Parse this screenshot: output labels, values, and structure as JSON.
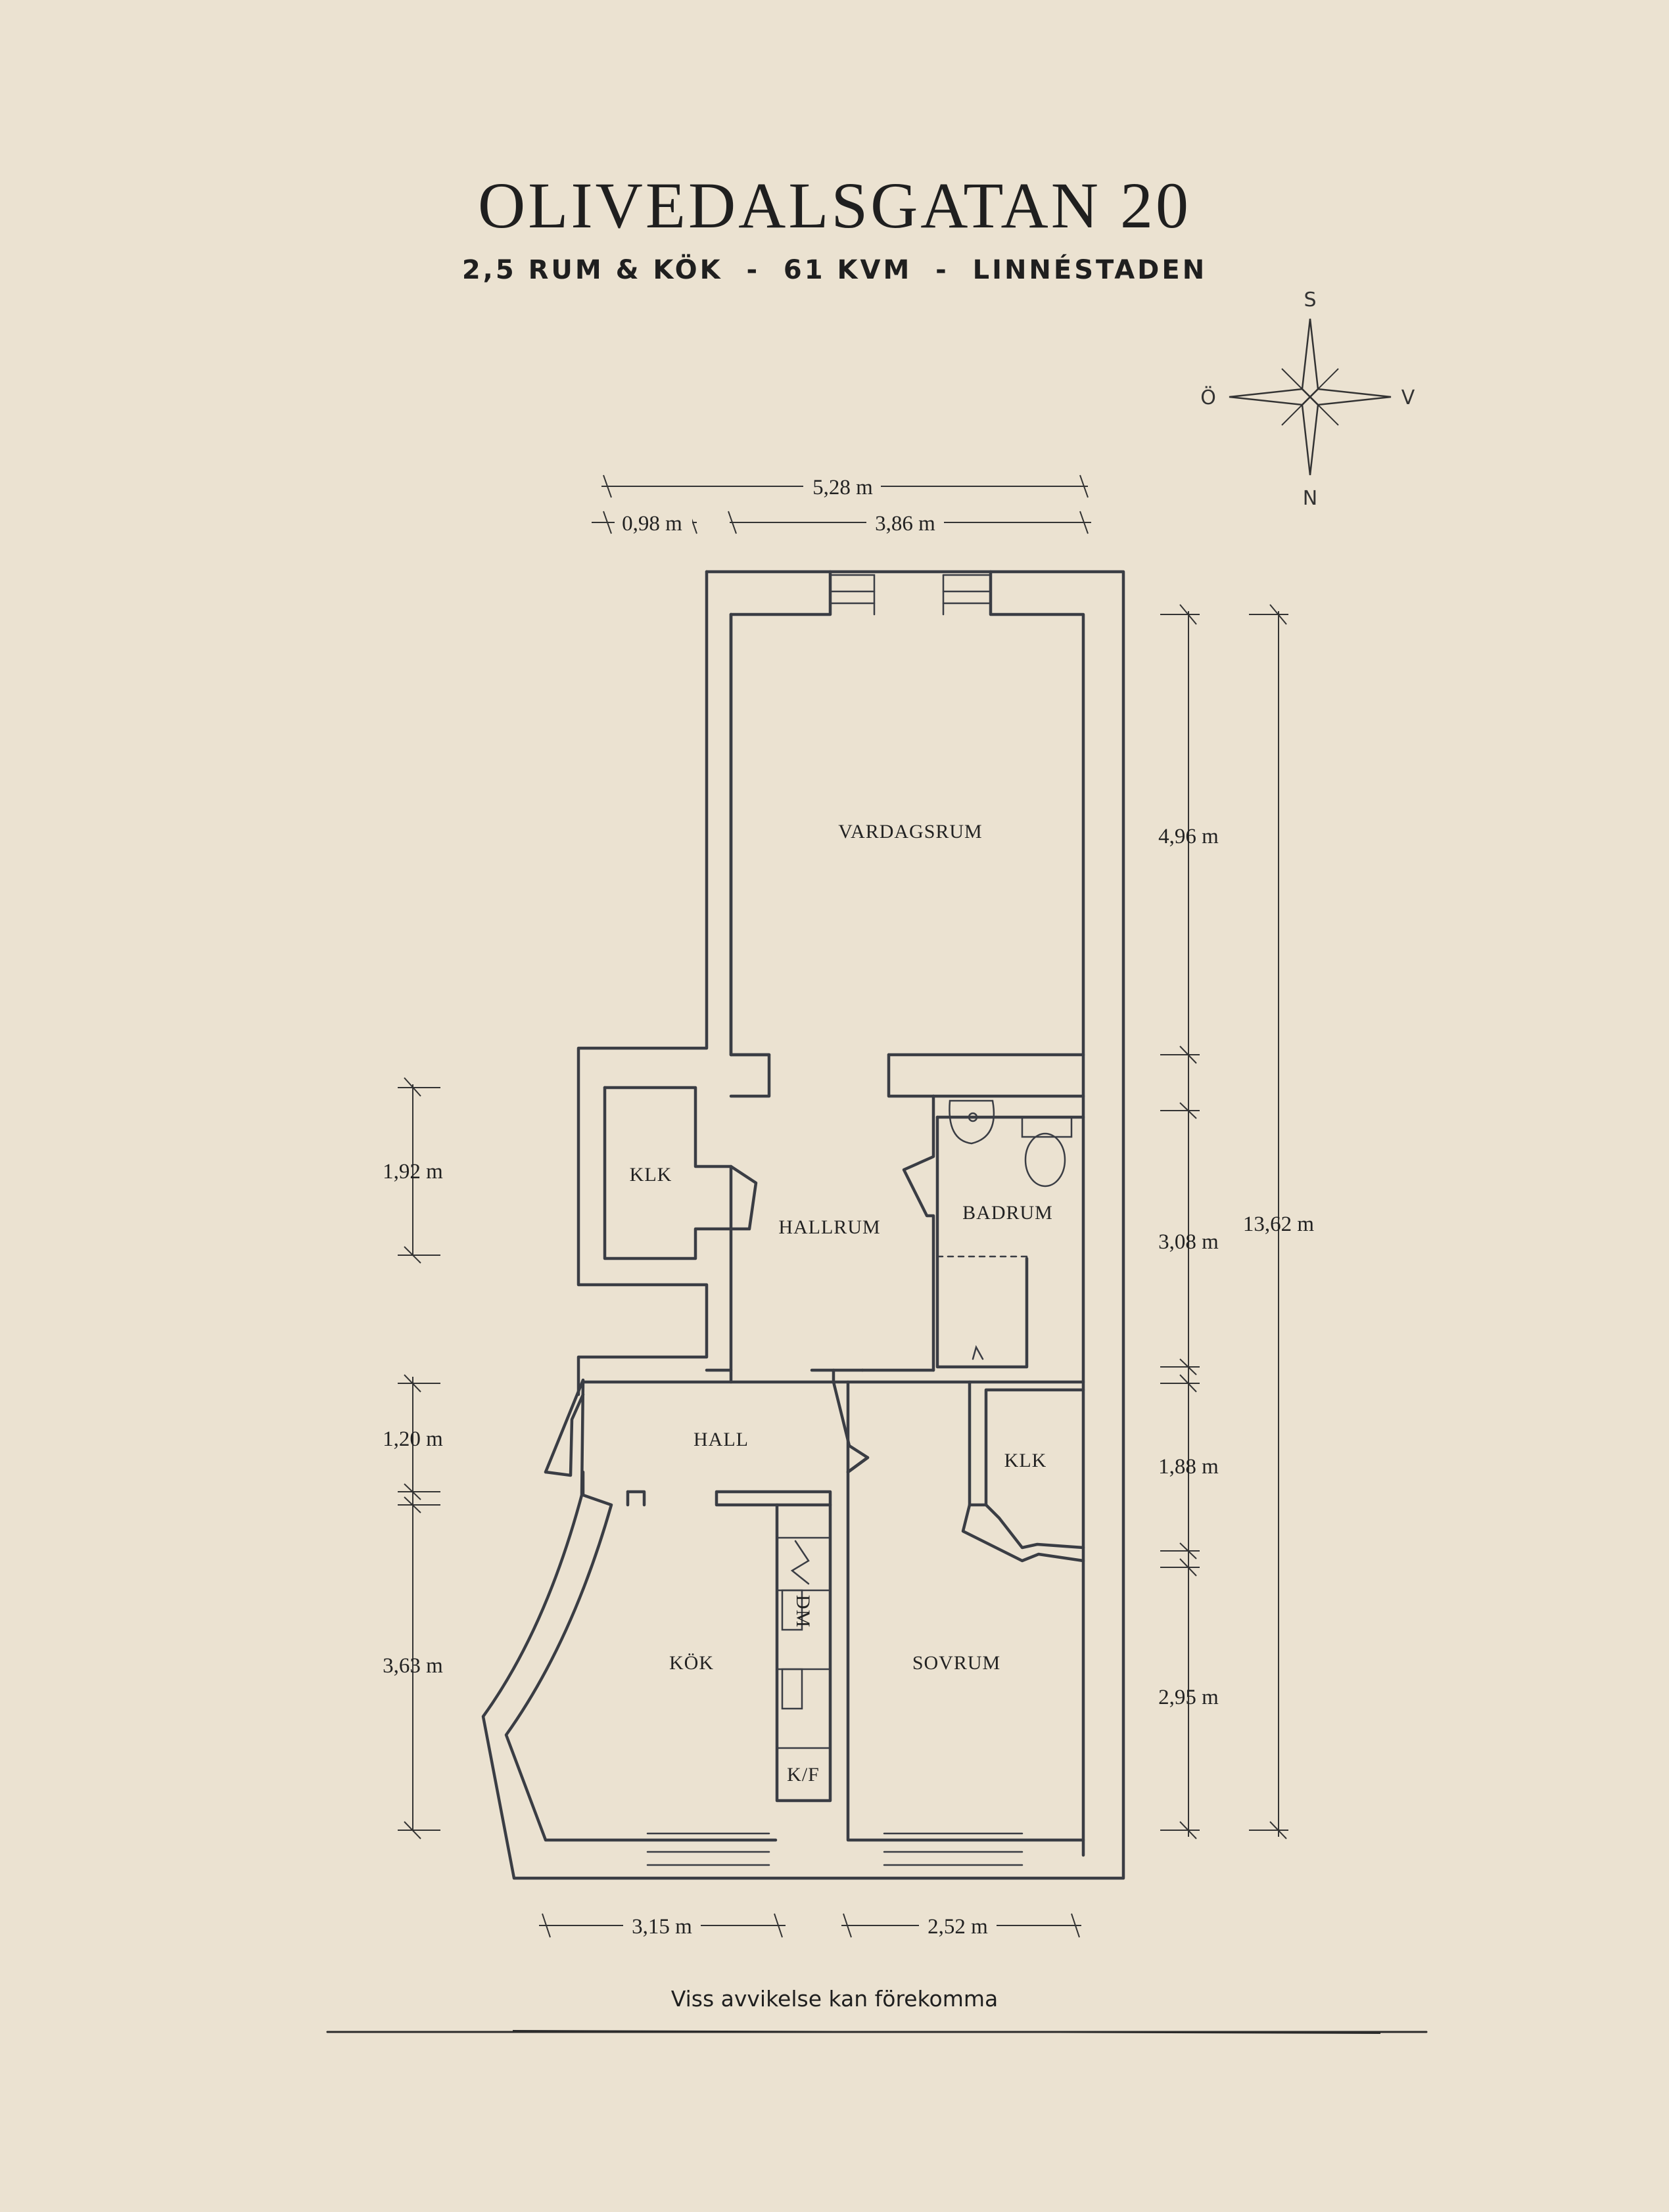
{
  "header": {
    "title": "OLIVEDALSGATAN 20",
    "subtitle": "2,5 RUM & KÖK  -  61 KVM  -  LINNÉSTADEN"
  },
  "compass": {
    "top": "S",
    "left": "Ö",
    "right": "V",
    "bottom": "N"
  },
  "rooms": {
    "vardagsrum": "VARDAGSRUM",
    "klk_left": "KLK",
    "hallrum": "HALLRUM",
    "badrum": "BADRUM",
    "hall": "HALL",
    "klk_right": "KLK",
    "kok": "KÖK",
    "sovrum": "SOVRUM",
    "dm": "DM",
    "kf": "K/F"
  },
  "dimensions": {
    "top_total": "5,28 m",
    "top_left": "0,98 m",
    "top_right": "3,86 m",
    "right_a": "4,96 m",
    "right_b": "3,08 m",
    "right_c": "1,88 m",
    "right_d": "2,95 m",
    "right_total": "13,62 m",
    "left_a": "1,92 m",
    "left_b": "1,20 m",
    "left_c": "3,63 m",
    "bottom_left": "3,15 m",
    "bottom_right": "2,52 m"
  },
  "footer": {
    "disclaimer": "Viss avvikelse kan förekomma"
  }
}
